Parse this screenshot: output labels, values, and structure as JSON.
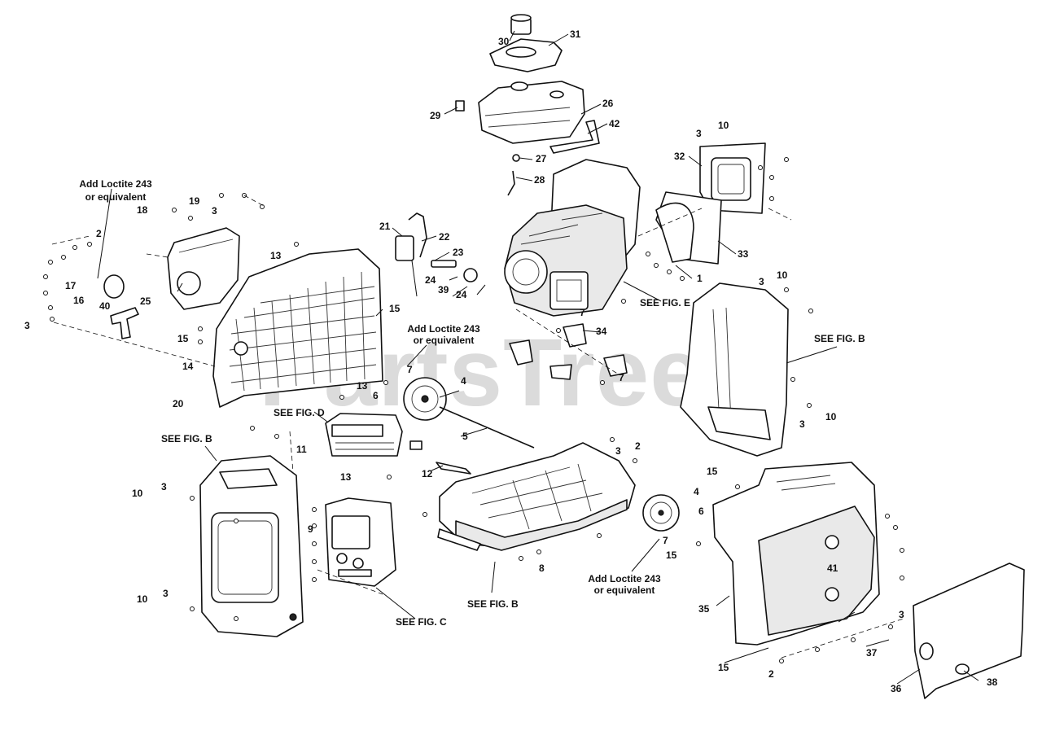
{
  "watermark": "PartsTree",
  "notes": {
    "loctite_1": [
      "Add Loctite 243",
      "or equivalent"
    ],
    "loctite_2": [
      "Add Loctite 243",
      "or equivalent"
    ],
    "loctite_3": [
      "Add Loctite 243",
      "or equivalent"
    ],
    "see_fig_e": "SEE FIG. E",
    "see_fig_b_1": "SEE FIG. B",
    "see_fig_b_2": "SEE FIG. B",
    "see_fig_b_3": "SEE FIG. B",
    "see_fig_d": "SEE FIG. D",
    "see_fig_c": "SEE FIG. C"
  },
  "callouts": [
    "30",
    "31",
    "29",
    "26",
    "42",
    "27",
    "28",
    "21",
    "22",
    "23",
    "24",
    "39",
    "24",
    "3",
    "10",
    "32",
    "33",
    "1",
    "19",
    "18",
    "3",
    "2",
    "17",
    "16",
    "40",
    "3",
    "25",
    "13",
    "15",
    "15",
    "14",
    "20",
    "7",
    "34",
    "7",
    "7",
    "6",
    "4",
    "5",
    "13",
    "11",
    "13",
    "12",
    "3",
    "2",
    "4",
    "6",
    "7",
    "15",
    "15",
    "41",
    "35",
    "15",
    "2",
    "37",
    "3",
    "38",
    "36",
    "10",
    "3",
    "9",
    "8",
    "10",
    "3",
    "3",
    "10",
    "3",
    "10"
  ]
}
